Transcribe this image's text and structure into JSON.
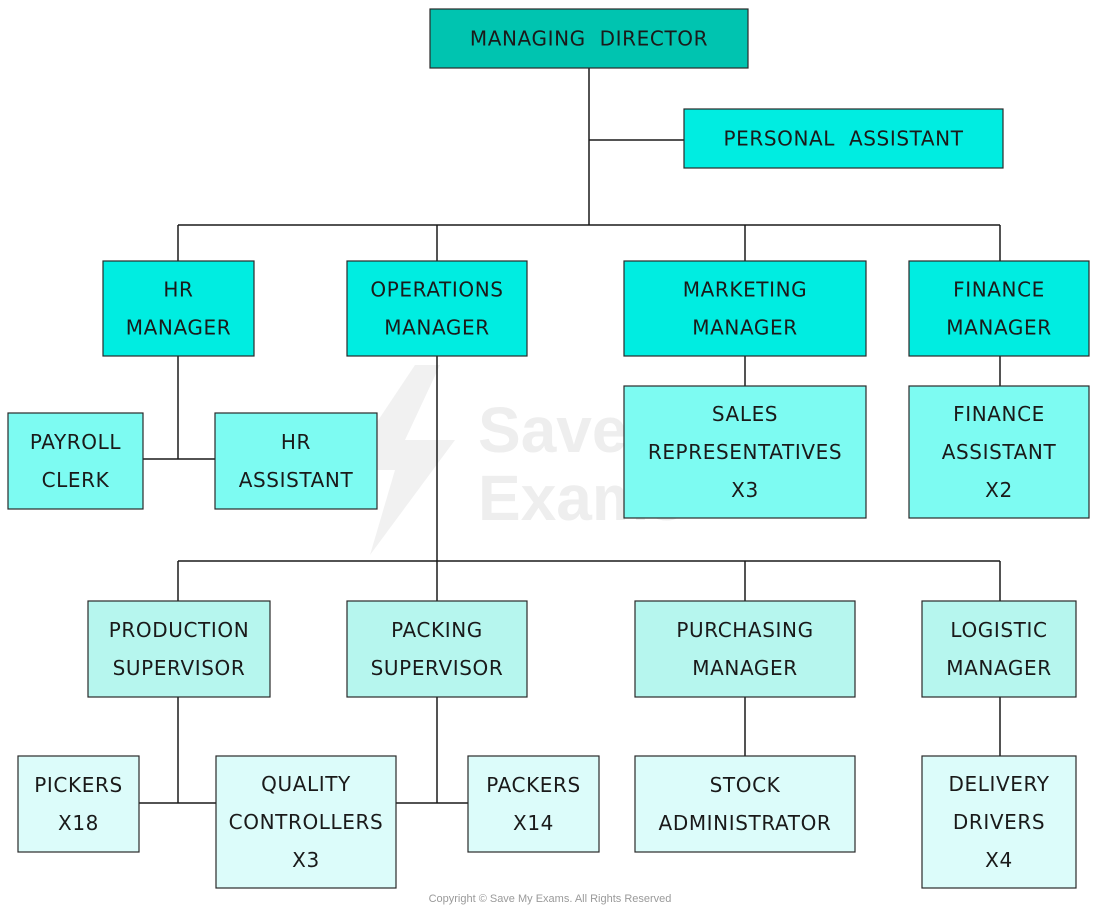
{
  "colors": {
    "line": "#1a1a1a",
    "border": "#2a2a2a",
    "text": "#1a1a1a",
    "level0": "#00c4b0",
    "level1": "#00ede1",
    "level2": "#7dfbf2",
    "level3": "#b6f6ee",
    "level4": "#dcfcfa"
  },
  "watermark": {
    "line1": "Save My",
    "line2": "Exams"
  },
  "copyright": "Copyright © Save My Exams. All Rights Reserved",
  "nodes": {
    "managing_director": [
      "MANAGING  DIRECTOR"
    ],
    "personal_assistant": [
      "PERSONAL  ASSISTANT"
    ],
    "hr_manager": [
      "HR",
      "MANAGER"
    ],
    "operations_manager": [
      "OPERATIONS",
      "MANAGER"
    ],
    "marketing_manager": [
      "MARKETING",
      "MANAGER"
    ],
    "finance_manager": [
      "FINANCE",
      "MANAGER"
    ],
    "payroll_clerk": [
      "PAYROLL",
      "CLERK"
    ],
    "hr_assistant": [
      "HR",
      "ASSISTANT"
    ],
    "sales_representatives": [
      "SALES",
      "REPRESENTATIVES",
      "X3"
    ],
    "finance_assistant": [
      "FINANCE",
      "ASSISTANT",
      "X2"
    ],
    "production_supervisor": [
      "PRODUCTION",
      "SUPERVISOR"
    ],
    "packing_supervisor": [
      "PACKING",
      "SUPERVISOR"
    ],
    "purchasing_manager": [
      "PURCHASING",
      "MANAGER"
    ],
    "logistic_manager": [
      "LOGISTIC",
      "MANAGER"
    ],
    "pickers": [
      "PICKERS",
      "X18"
    ],
    "quality_controllers": [
      "QUALITY",
      "CONTROLLERS",
      "X3"
    ],
    "packers": [
      "PACKERS",
      "X14"
    ],
    "stock_administrator": [
      "STOCK",
      "ADMINISTRATOR"
    ],
    "delivery_drivers": [
      "DELIVERY",
      "DRIVERS",
      "X4"
    ]
  }
}
